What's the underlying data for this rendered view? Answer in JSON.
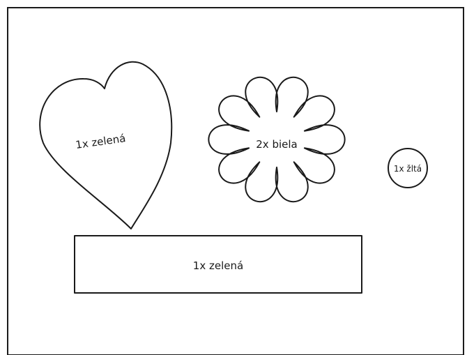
{
  "template": {
    "heart_label": "1x zelená",
    "flower_label": "2x biela",
    "circle_label": "1x žltá",
    "strip_label": "1x zelená"
  },
  "colors": {
    "background": "#ffffff",
    "frame": "#1a1a1a",
    "outline": "#1a1a1a"
  }
}
